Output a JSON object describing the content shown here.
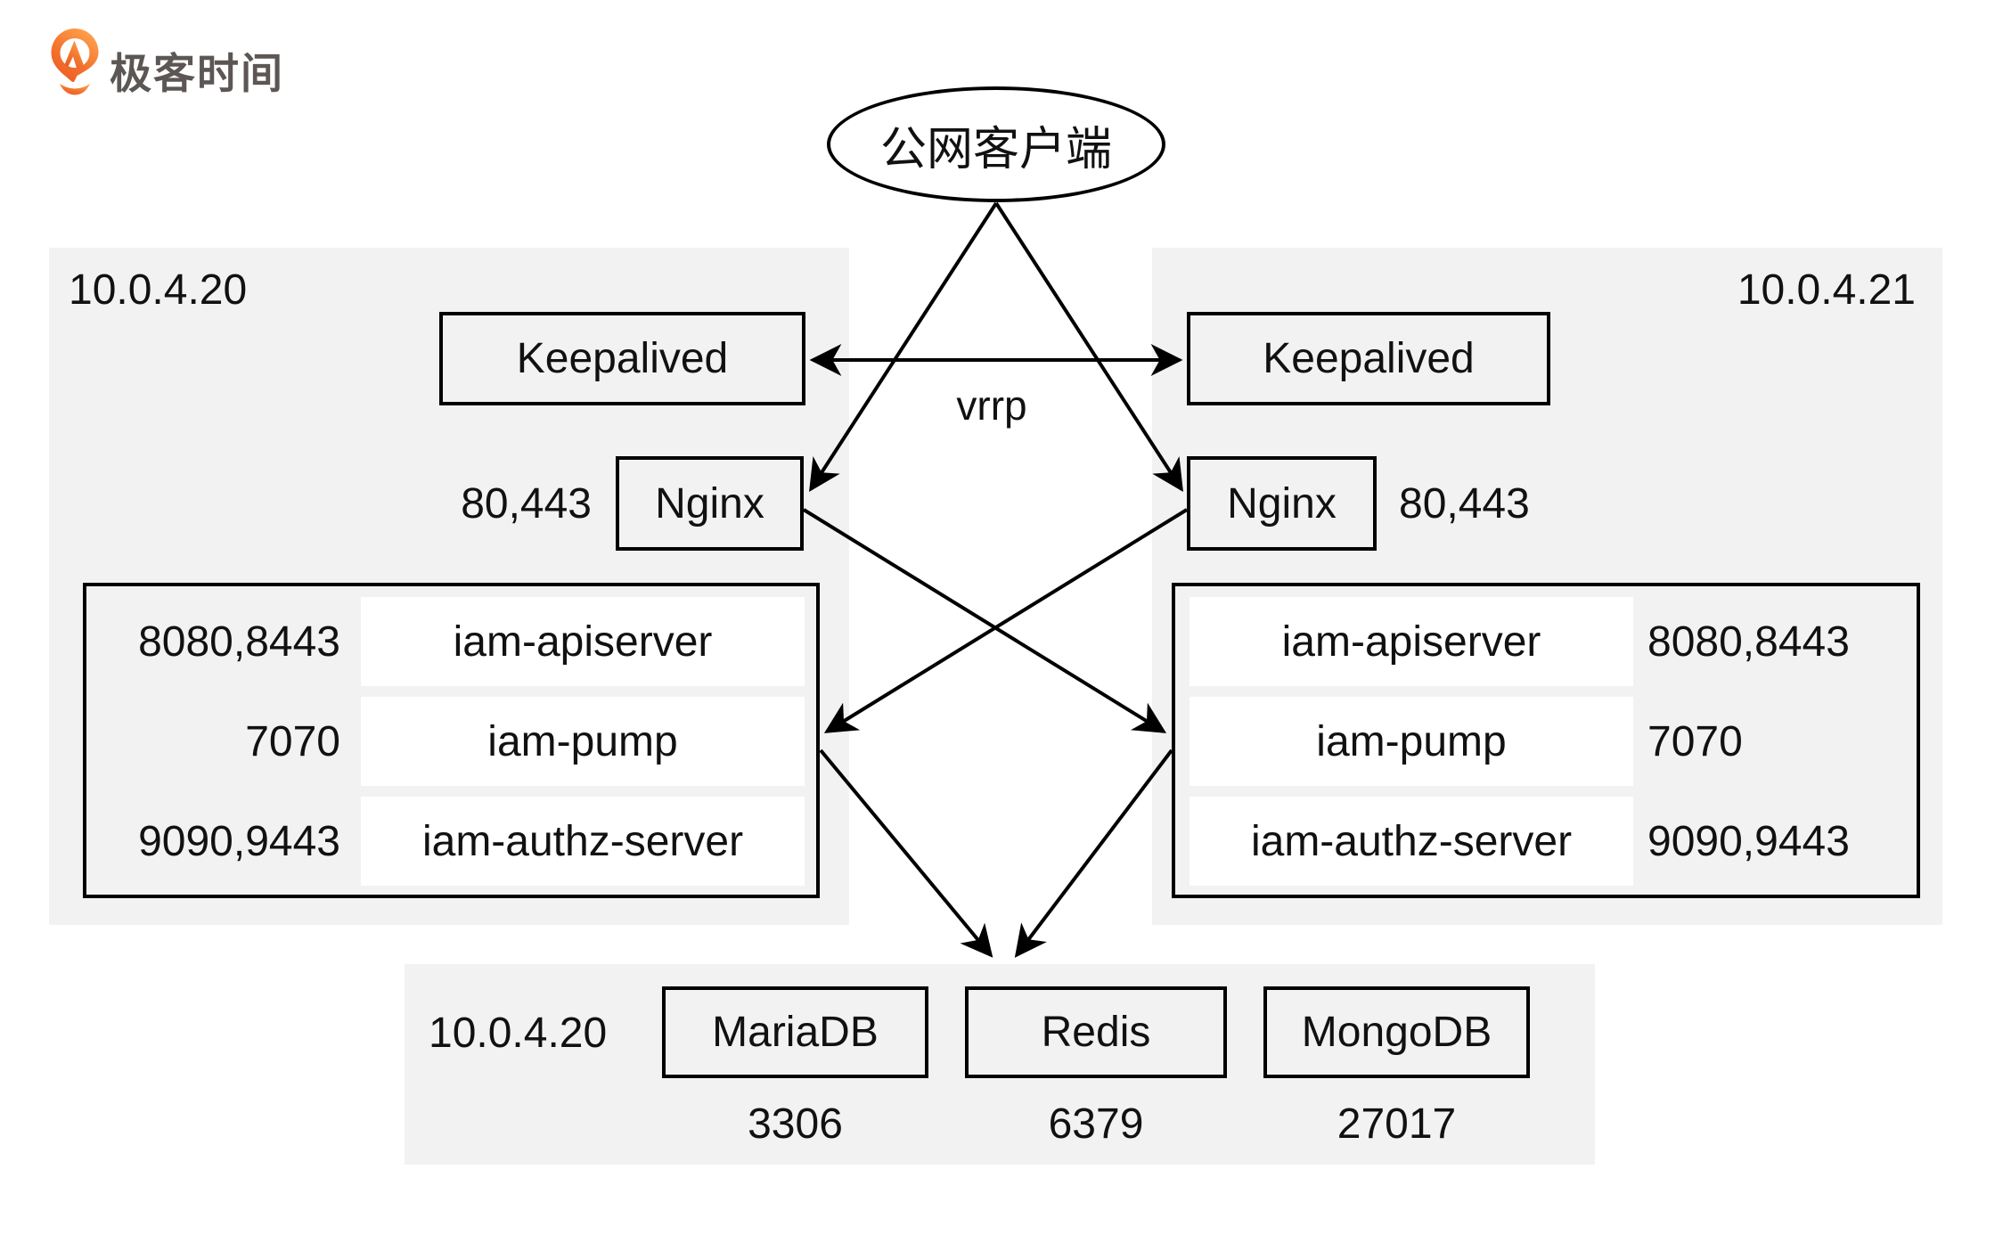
{
  "logo": {
    "brand_text": "极客时间"
  },
  "client": {
    "label": "公网客户端"
  },
  "link_labels": {
    "vrrp": "vrrp"
  },
  "servers": {
    "left": {
      "ip": "10.0.4.20",
      "keepalived_label": "Keepalived",
      "nginx_label": "Nginx",
      "nginx_ports": "80,443",
      "services": [
        {
          "name": "iam-apiserver",
          "ports": "8080,8443"
        },
        {
          "name": "iam-pump",
          "ports": "7070"
        },
        {
          "name": "iam-authz-server",
          "ports": "9090,9443"
        }
      ]
    },
    "right": {
      "ip": "10.0.4.21",
      "keepalived_label": "Keepalived",
      "nginx_label": "Nginx",
      "nginx_ports": "80,443",
      "services": [
        {
          "name": "iam-apiserver",
          "ports": "8080,8443"
        },
        {
          "name": "iam-pump",
          "ports": "7070"
        },
        {
          "name": "iam-authz-server",
          "ports": "9090,9443"
        }
      ]
    }
  },
  "database_server": {
    "ip": "10.0.4.20",
    "databases": [
      {
        "name": "MariaDB",
        "port": "3306"
      },
      {
        "name": "Redis",
        "port": "6379"
      },
      {
        "name": "MongoDB",
        "port": "27017"
      }
    ]
  },
  "colors": {
    "panel_bg": "#f2f2f2",
    "row_bg": "#ffffff",
    "line": "#000000",
    "text": "#111111",
    "logo_orange_start": "#ffa44f",
    "logo_orange_end": "#ec5a24",
    "logo_text": "#5c5754"
  }
}
